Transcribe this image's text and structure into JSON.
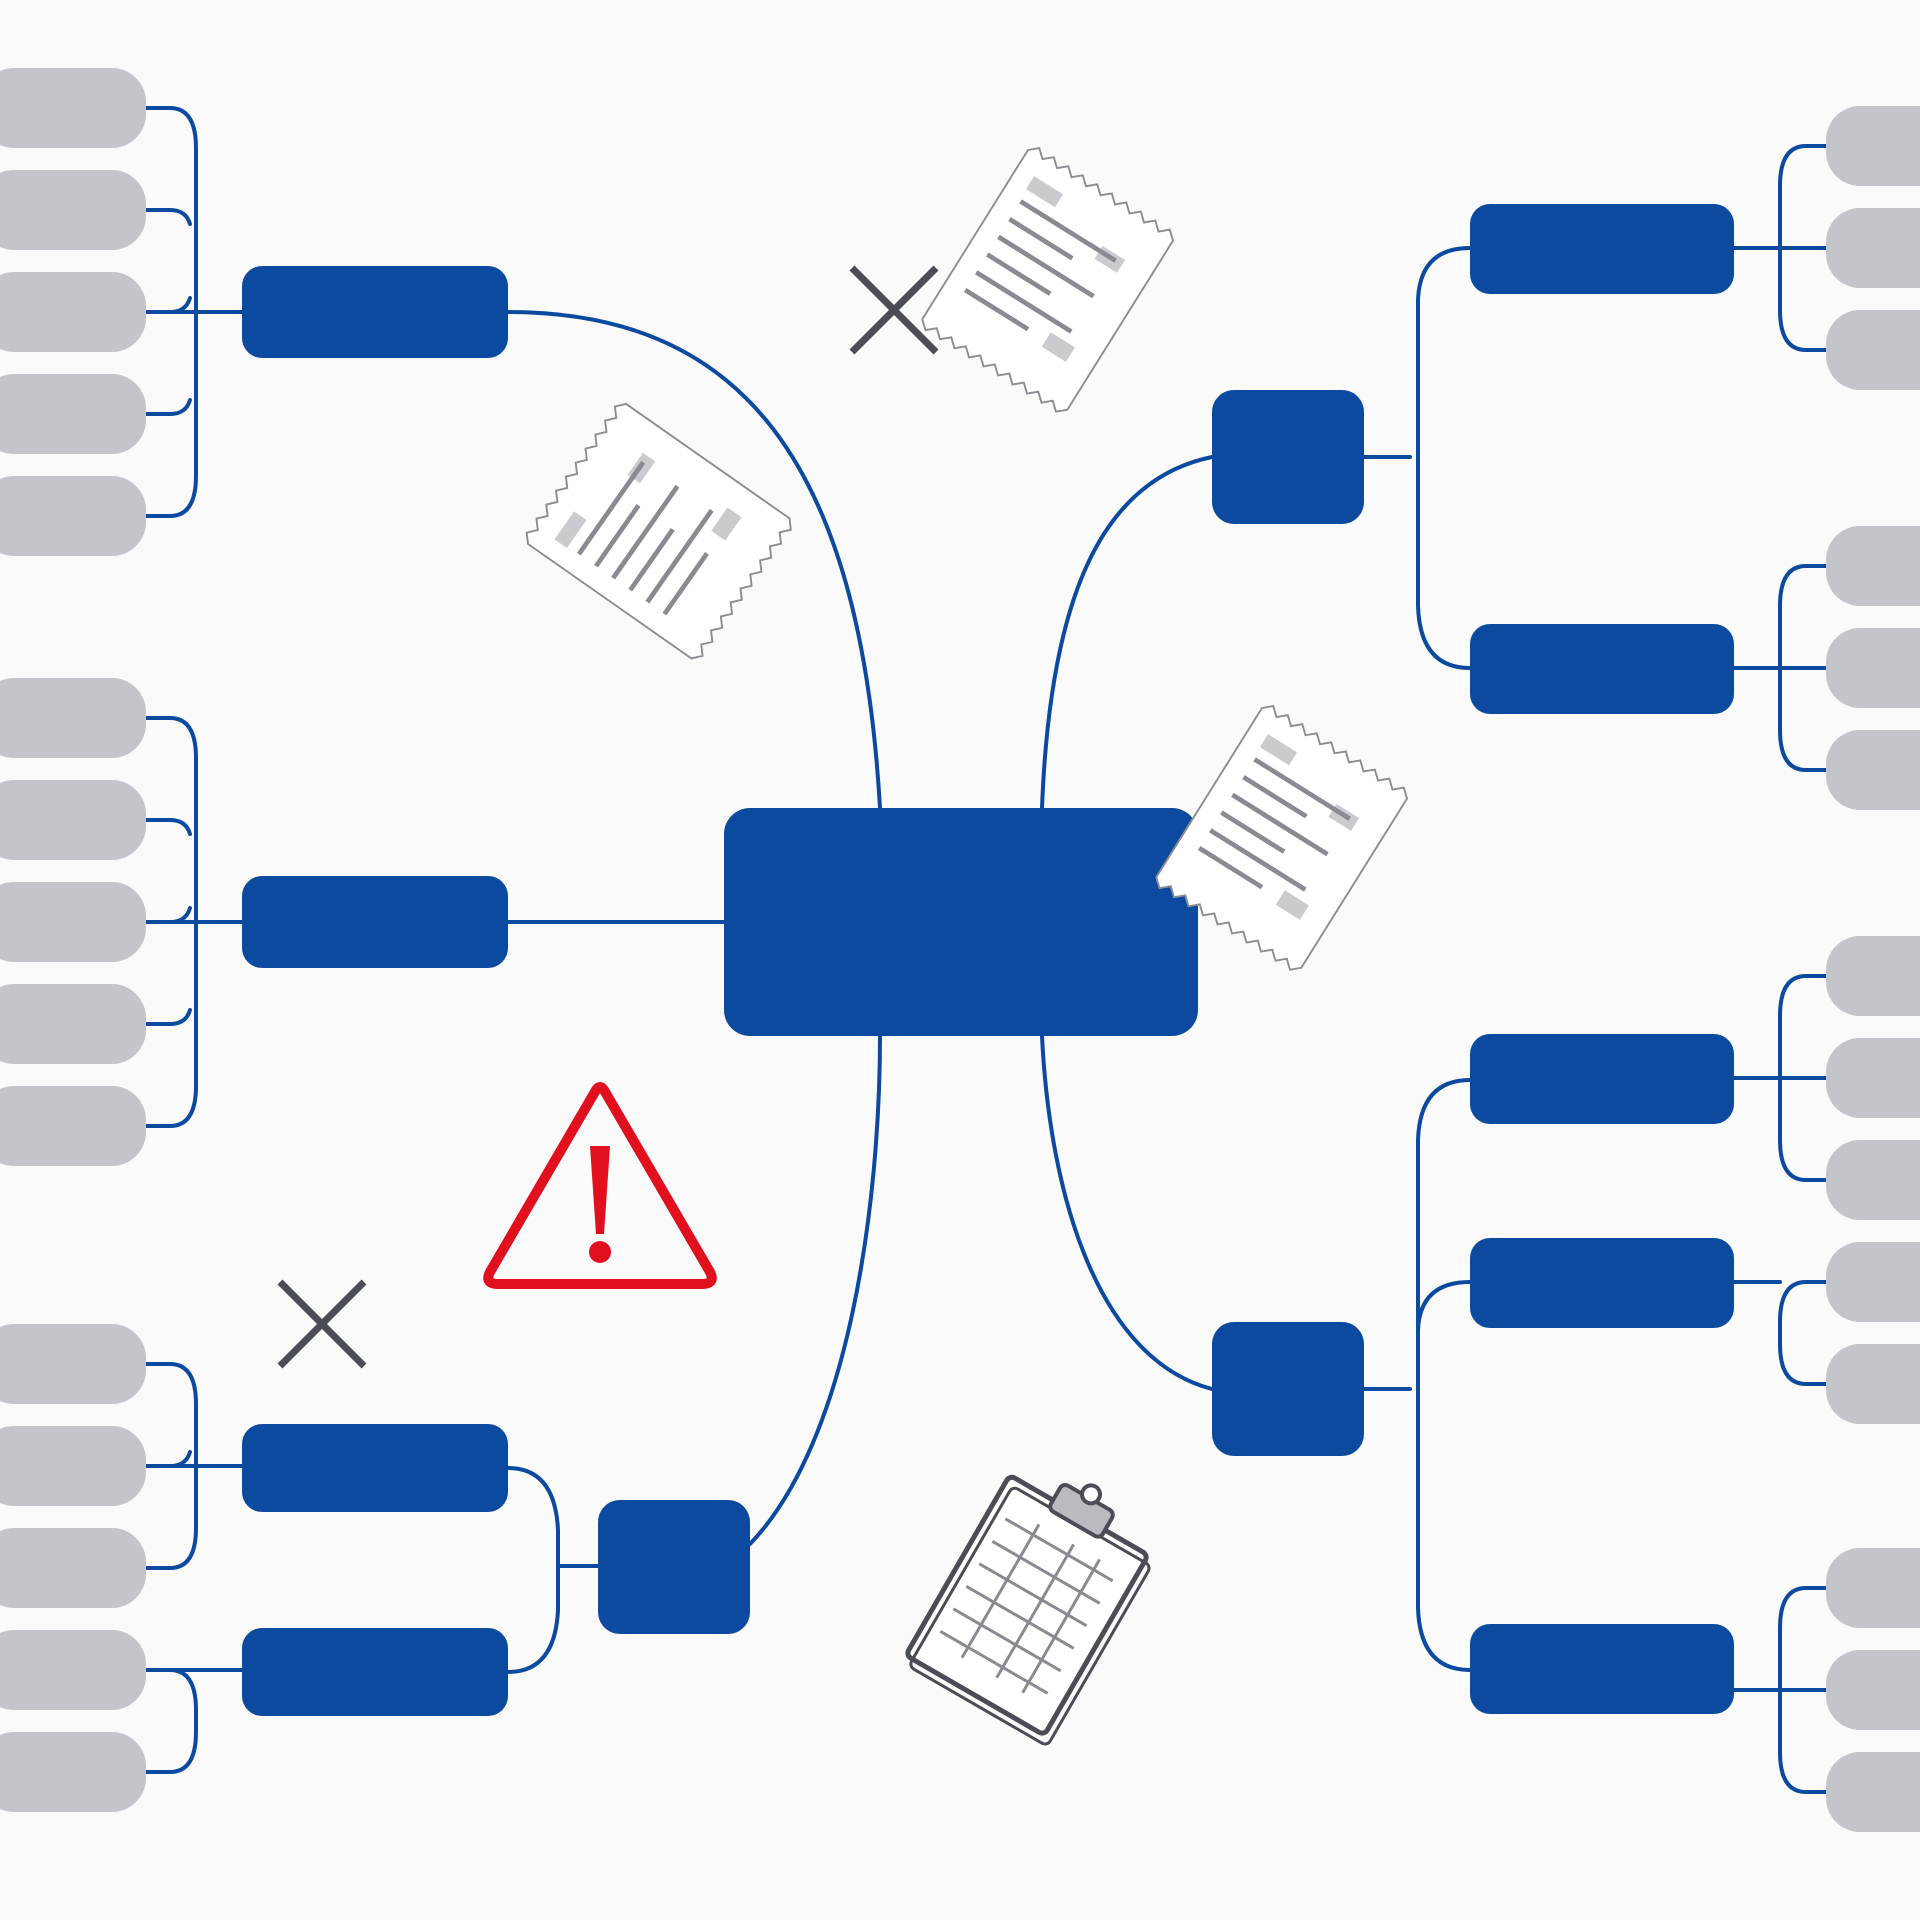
{
  "colors": {
    "background": "#fafafa",
    "primary_node": "#0b4a9e",
    "leaf_node": "#c3c5ca",
    "connector": "#0b4a9e",
    "cross_mark": "#4a4d55",
    "warning": "#e0101e",
    "document_line": "#888b92",
    "document_block": "#c9cbcf"
  },
  "icons": [
    "cross-icon",
    "cross-icon",
    "warning-icon",
    "receipt-icon",
    "receipt-icon",
    "receipt-icon",
    "clipboard-icon"
  ],
  "diagram": {
    "type": "mind-map",
    "root_label": "",
    "branches": [
      {
        "label": "",
        "children": [
          {
            "label": "",
            "leaves": 5
          }
        ]
      },
      {
        "label": "",
        "children": [
          {
            "label": "",
            "leaves": 5
          }
        ]
      },
      {
        "label": "",
        "children": [
          {
            "label": "",
            "leaves": 3
          },
          {
            "label": "",
            "leaves": 2
          }
        ]
      },
      {
        "label": "",
        "children": [
          {
            "label": "",
            "leaves": 3
          },
          {
            "label": "",
            "leaves": 3
          }
        ]
      },
      {
        "label": "",
        "children": [
          {
            "label": "",
            "leaves": 3
          },
          {
            "label": "",
            "leaves": 2
          },
          {
            "label": "",
            "leaves": 3
          }
        ]
      }
    ]
  }
}
